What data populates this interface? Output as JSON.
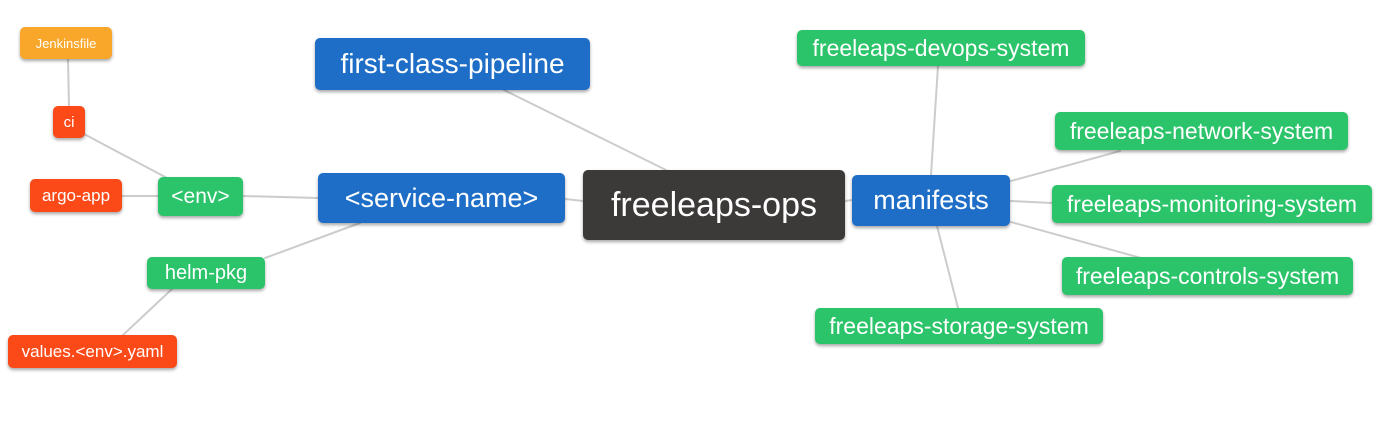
{
  "canvas": {
    "background": "#FFFFFF",
    "edge_color": "#CCCCCC"
  },
  "nodes": {
    "jenkinsfile": {
      "label": "Jenkinsfile",
      "color": "#F9A72B"
    },
    "ci": {
      "label": "ci",
      "color": "#FB4A17"
    },
    "argo_app": {
      "label": "argo-app",
      "color": "#FB4A17"
    },
    "env": {
      "label": "<env>",
      "color": "#2BC46A"
    },
    "first_class_pipeline": {
      "label": "first-class-pipeline",
      "color": "#1E6EC7"
    },
    "service_name": {
      "label": "<service-name>",
      "color": "#1E6EC7"
    },
    "freeleaps_ops": {
      "label": "freeleaps-ops",
      "color": "#3C3939"
    },
    "manifests": {
      "label": "manifests",
      "color": "#1E6EC7"
    },
    "devops_system": {
      "label": "freeleaps-devops-system",
      "color": "#2BC46A"
    },
    "network_system": {
      "label": "freeleaps-network-system",
      "color": "#2BC46A"
    },
    "monitoring_system": {
      "label": "freeleaps-monitoring-system",
      "color": "#2BC46A"
    },
    "controls_system": {
      "label": "freeleaps-controls-system",
      "color": "#2BC46A"
    },
    "storage_system": {
      "label": "freeleaps-storage-system",
      "color": "#2BC46A"
    },
    "helm_pkg": {
      "label": "helm-pkg",
      "color": "#2BC46A"
    },
    "values_env_yaml": {
      "label": "values.<env>.yaml",
      "color": "#FB4A17"
    }
  },
  "edges": [
    {
      "from": "jenkinsfile",
      "to": "ci"
    },
    {
      "from": "ci",
      "to": "env"
    },
    {
      "from": "argo_app",
      "to": "env"
    },
    {
      "from": "env",
      "to": "service_name"
    },
    {
      "from": "service_name",
      "to": "helm_pkg"
    },
    {
      "from": "helm_pkg",
      "to": "values_env_yaml"
    },
    {
      "from": "service_name",
      "to": "freeleaps_ops"
    },
    {
      "from": "first_class_pipeline",
      "to": "freeleaps_ops"
    },
    {
      "from": "freeleaps_ops",
      "to": "manifests"
    },
    {
      "from": "manifests",
      "to": "devops_system"
    },
    {
      "from": "manifests",
      "to": "network_system"
    },
    {
      "from": "manifests",
      "to": "monitoring_system"
    },
    {
      "from": "manifests",
      "to": "controls_system"
    },
    {
      "from": "manifests",
      "to": "storage_system"
    }
  ]
}
